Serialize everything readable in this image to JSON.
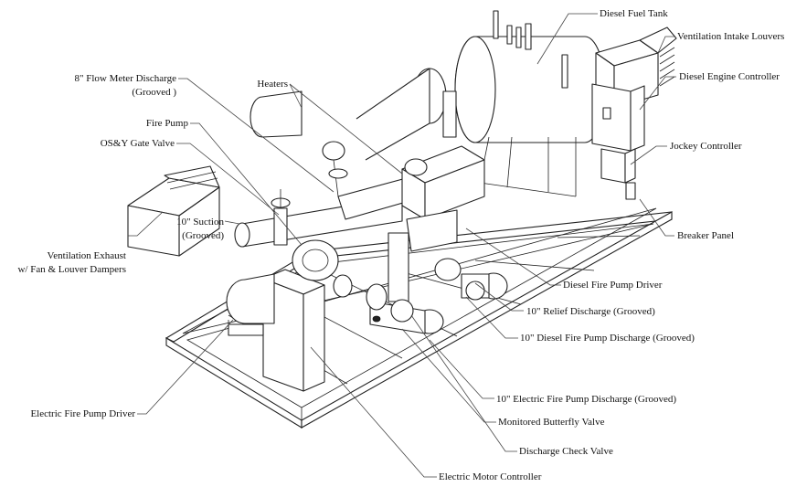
{
  "labels": {
    "diesel_fuel_tank": "Diesel Fuel Tank",
    "ventilation_intake_louvers": "Ventilation Intake Louvers",
    "diesel_engine_controller": "Diesel Engine Controller",
    "jockey_controller": "Jockey Controller",
    "breaker_panel": "Breaker Panel",
    "diesel_fire_pump_driver": "Diesel Fire Pump Driver",
    "relief_discharge": "10\" Relief Discharge (Grooved)",
    "diesel_fire_pump_discharge": "10\" Diesel Fire Pump Discharge (Grooved)",
    "electric_fire_pump_discharge": "10\" Electric Fire Pump Discharge (Grooved)",
    "monitored_butterfly_valve": "Monitored Butterfly Valve",
    "discharge_check_valve": "Discharge Check Valve",
    "electric_motor_controller": "Electric Motor Controller",
    "electric_fire_pump_driver": "Electric Fire Pump Driver",
    "ventilation_exhaust_line1": "Ventilation Exhaust",
    "ventilation_exhaust_line2": "w/ Fan & Louver Dampers",
    "suction_line1": "10\" Suction",
    "suction_line2": "(Grooved)",
    "os_y_gate_valve": "OS&Y Gate Valve",
    "fire_pump": "Fire Pump",
    "flow_meter_line1": "8\" Flow Meter Discharge",
    "flow_meter_line2": "(Grooved )",
    "heaters": "Heaters"
  }
}
